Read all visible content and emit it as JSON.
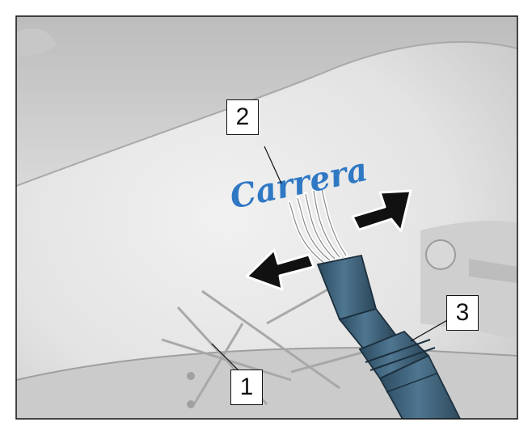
{
  "figure": {
    "badge_text": "Carrera",
    "callouts": [
      {
        "label": "1"
      },
      {
        "label": "2"
      },
      {
        "label": "3"
      }
    ],
    "colors": {
      "badge": "#2f78c4",
      "plug": "#3f6680",
      "plug_dark": "#1e3344",
      "background": "#e2e2e2",
      "arrow": "#111111"
    }
  }
}
